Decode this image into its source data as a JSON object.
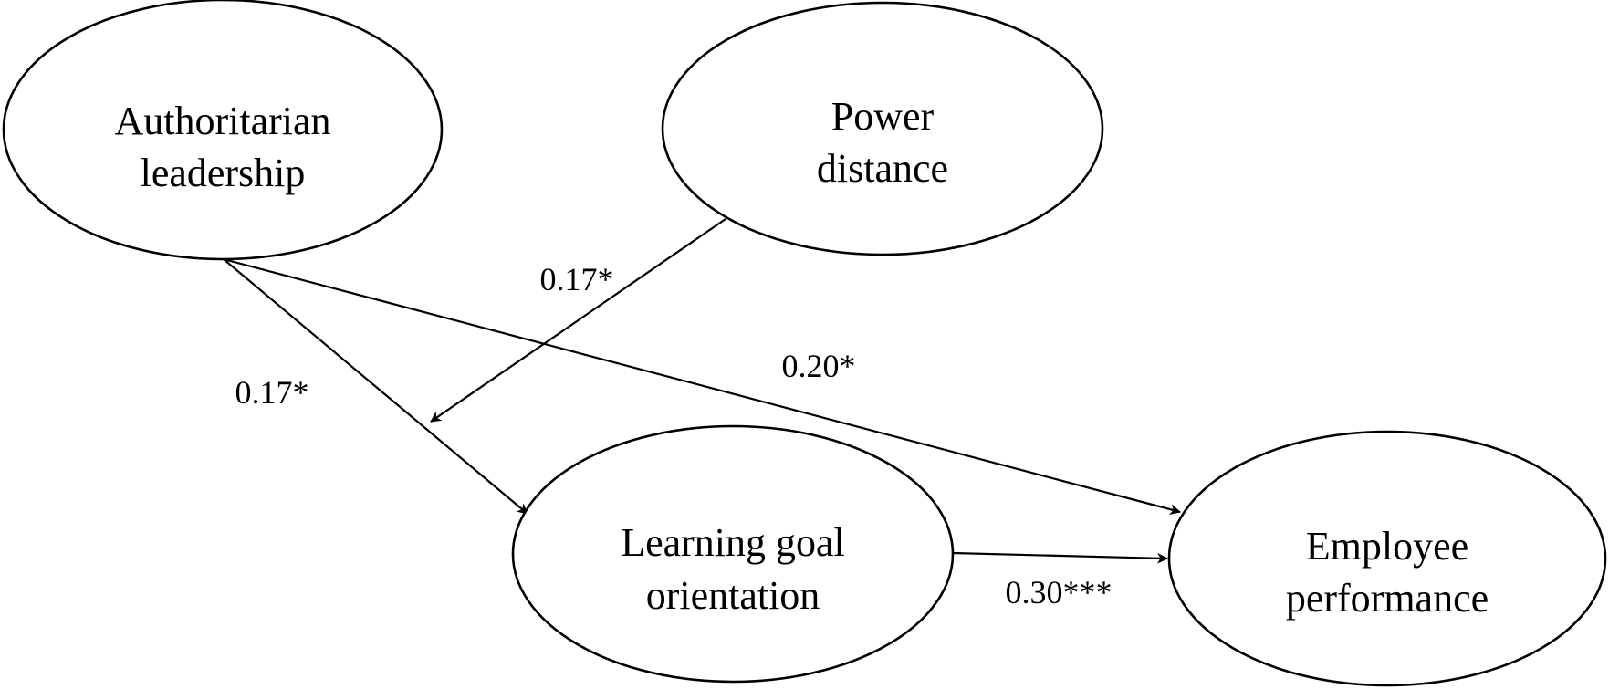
{
  "nodes": {
    "authoritarian": {
      "line1": "Authoritarian",
      "line2": "leadership"
    },
    "power": {
      "line1": "Power",
      "line2": "distance"
    },
    "learning": {
      "line1": "Learning goal",
      "line2": "orientation"
    },
    "employee": {
      "line1": "Employee",
      "line2": "performance"
    }
  },
  "edges": {
    "authoritarian_to_learning": {
      "label": "0.17*"
    },
    "power_to_path": {
      "label": "0.17*"
    },
    "authoritarian_to_employee": {
      "label": "0.20*"
    },
    "learning_to_employee": {
      "label": "0.30***"
    }
  }
}
